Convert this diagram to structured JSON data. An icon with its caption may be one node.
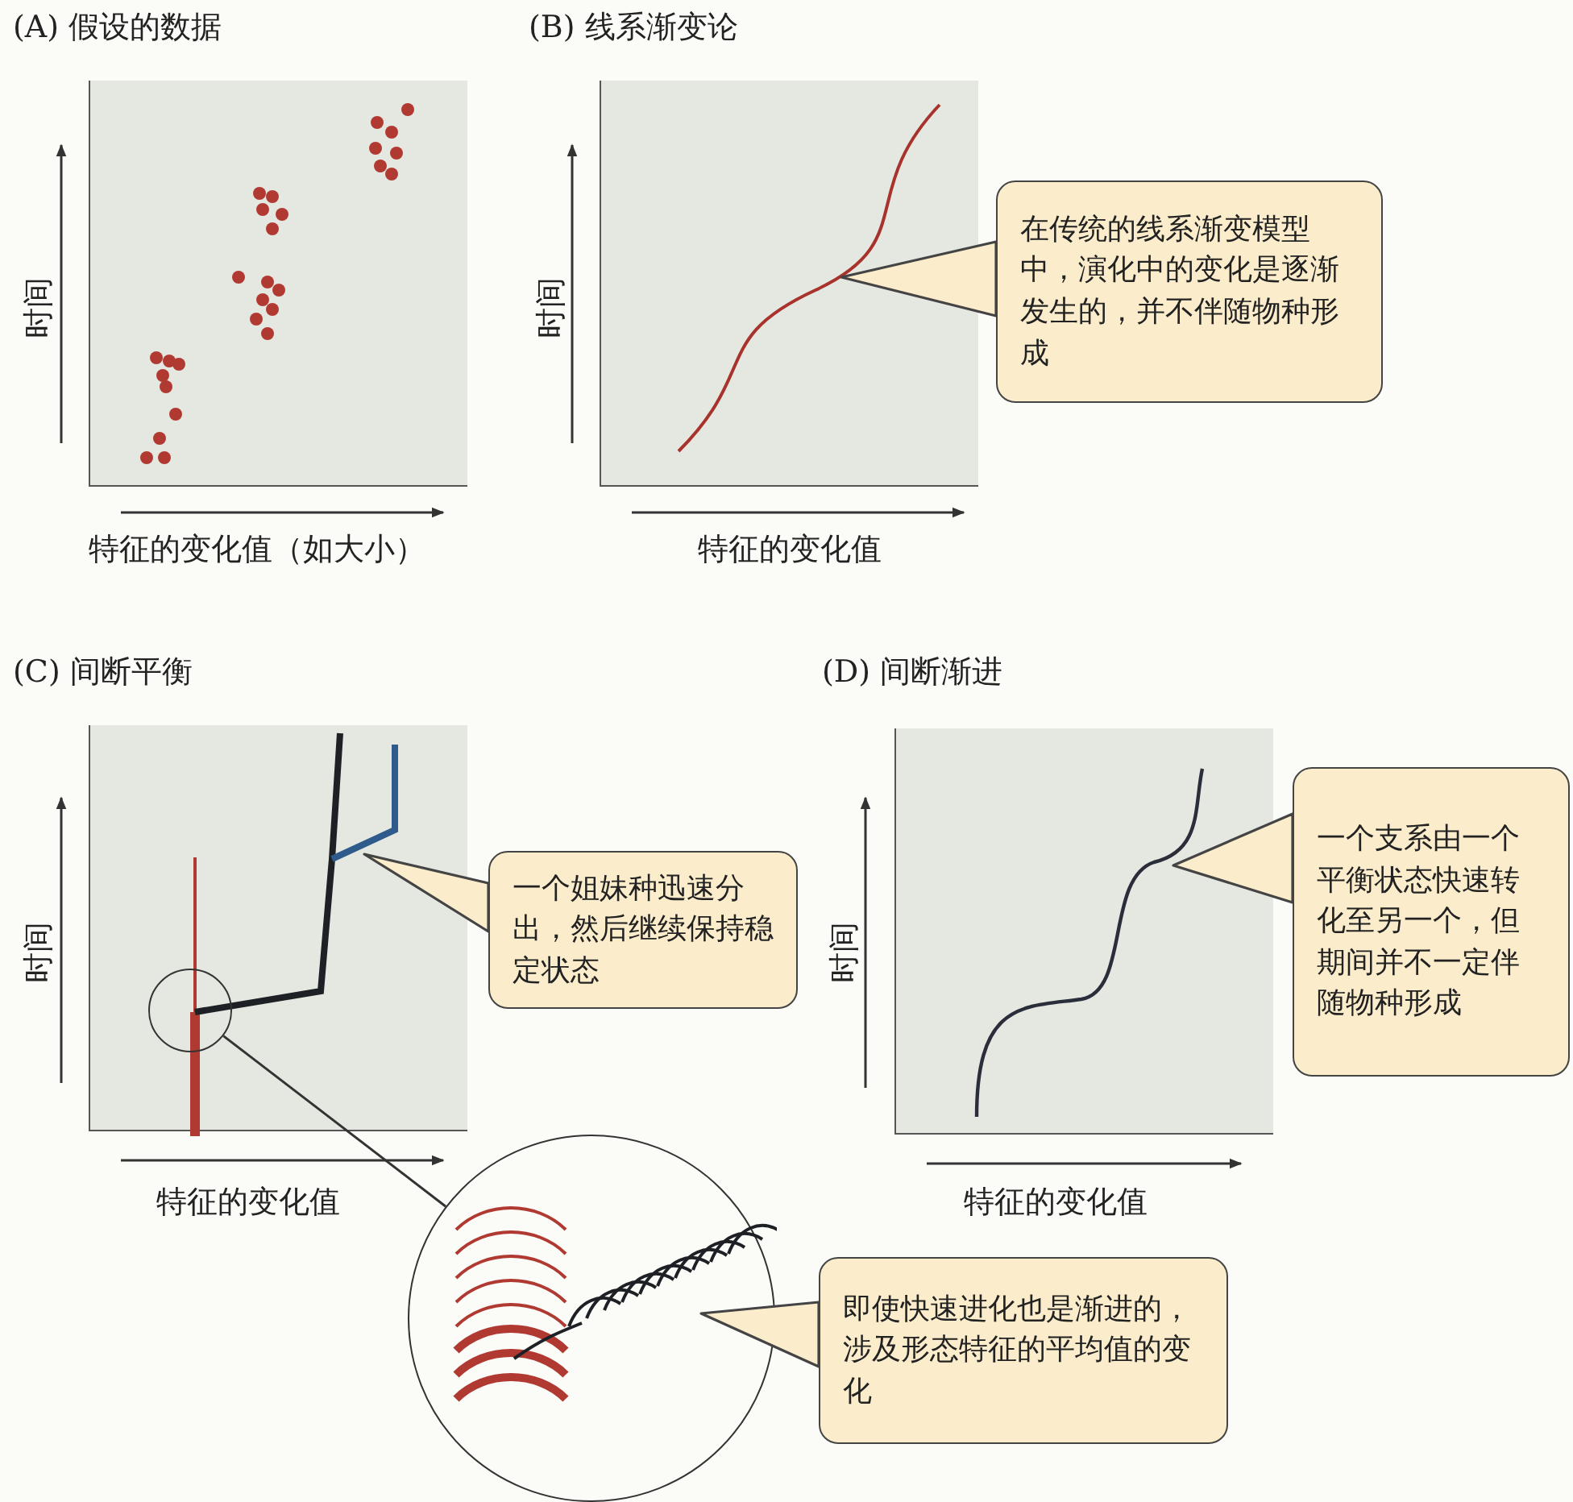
{
  "diagram": {
    "nodes": [
      {
        "text": [
          "(A) 假设的数据"
        ]
      },
      {
        "text": [
          "(B) 线系渐变论"
        ]
      },
      {
        "text": [
          "在传统的线系渐变模型中，演化中的变化是逐渐发生的，并不伴随物种形成"
        ]
      },
      {
        "text": [
          "(C) 间断平衡"
        ]
      },
      {
        "text": [],
        "shape": "circle",
        "in": 3
      },
      {
        "text": [
          "一个姐妹种迅速分出，然后继续保持稳定状态"
        ]
      },
      {
        "text": [
          "(D) 间断渐进"
        ]
      },
      {
        "text": [
          "一个支系由一个平衡状态快速转化至另一个，但期间并不一定伴随物种形成"
        ]
      },
      {
        "text": [],
        "shape": "circle"
      },
      {
        "text": [
          "即使快速进化也是渐进的，涉及形态特征的平均值的变化"
        ]
      }
    ],
    "edges": [
      {
        "from": 2,
        "to": null,
        "arrow": "to"
      },
      {
        "from": 5,
        "to": null,
        "arrow": "to"
      },
      {
        "from": 7,
        "to": null,
        "arrow": "to"
      },
      {
        "from": 4,
        "to": 8,
        "arrow": "none"
      },
      {
        "from": 9,
        "to": null,
        "arrow": "to"
      }
    ],
    "labels": [
      "时间",
      "特征的变化值（如大小）",
      "时间",
      "特征的变化值",
      "时间",
      "特征的变化值",
      "时间",
      "特征的变化值"
    ]
  }
}
